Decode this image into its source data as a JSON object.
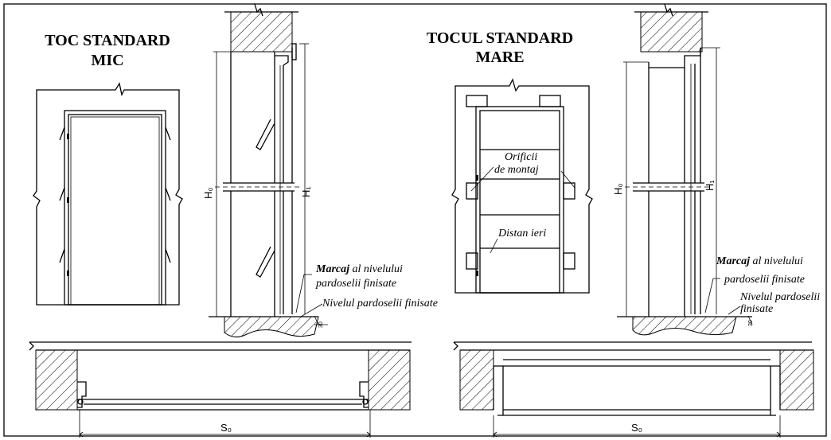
{
  "left": {
    "title_line1": "TOC STANDARD",
    "title_line2": "MIC",
    "dim_h0": "H₀",
    "dim_h1": "H₁",
    "dim_30": "30",
    "dim_s0": "S₀",
    "marcaj_bold": "Marcaj",
    "marcaj_rest": " al nivelului",
    "marcaj_line2": "pardoselii finisate",
    "nivel": "Nivelul pardoselii finisate"
  },
  "right": {
    "title_line1": "TOCUL STANDARD",
    "title_line2": "MARE",
    "orificii_line1": "Orificii",
    "orificii_line2": "de montaj",
    "distantieri": "Distan ieri",
    "dim_h0": "H₀",
    "dim_h1": "H₁",
    "dim_30": "30",
    "dim_s0": "S₀",
    "marcaj_bold": "Marcaj",
    "marcaj_rest": " al nivelului",
    "marcaj_line2": "pardoselii finisate",
    "nivel_line1": "Nivelul pardoselii",
    "nivel_line2": "finisate"
  }
}
